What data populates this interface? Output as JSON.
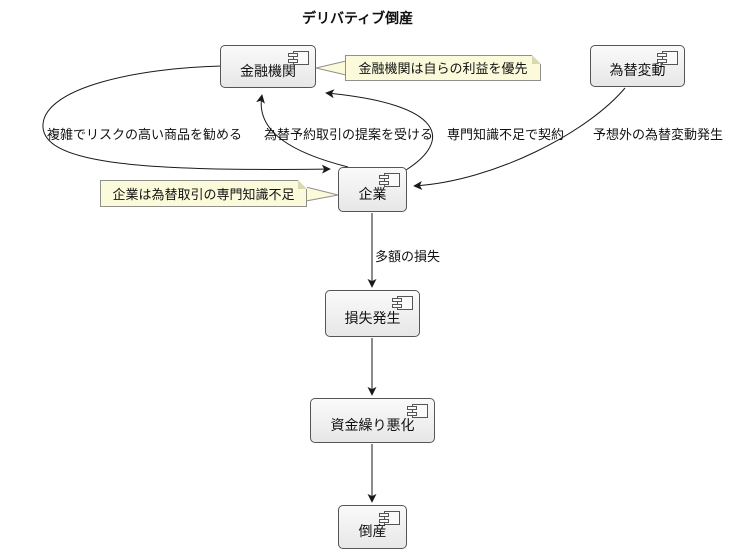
{
  "diagram": {
    "title": "デリバティブ倒産",
    "nodes": {
      "financial": {
        "label": "金融機関"
      },
      "fx": {
        "label": "為替変動"
      },
      "company": {
        "label": "企業"
      },
      "loss": {
        "label": "損失発生"
      },
      "cashflow": {
        "label": "資金繰り悪化"
      },
      "bankruptcy": {
        "label": "倒産"
      }
    },
    "notes": {
      "financial_note": {
        "text": "金融機関は自らの利益を優先"
      },
      "company_note": {
        "text": "企業は為替取引の専門知識不足"
      }
    },
    "edges": {
      "recommend": {
        "label": "複雑でリスクの高い商品を勧める"
      },
      "proposal": {
        "label": "為替予約取引の提案を受ける"
      },
      "contract": {
        "label": "専門知識不足で契約"
      },
      "unexpected": {
        "label": "予想外の為替変動発生"
      },
      "large_loss": {
        "label": "多額の損失"
      }
    },
    "colors": {
      "node_fill_top": "#fafafa",
      "node_fill_bottom": "#e7e7e7",
      "node_border": "#555555",
      "note_fill": "#fbfbdb",
      "note_border": "#90908a",
      "note_fold": "#d9d9b0",
      "edge_color": "#1a1a1a",
      "text_color": "#111111",
      "background": "#ffffff"
    }
  }
}
